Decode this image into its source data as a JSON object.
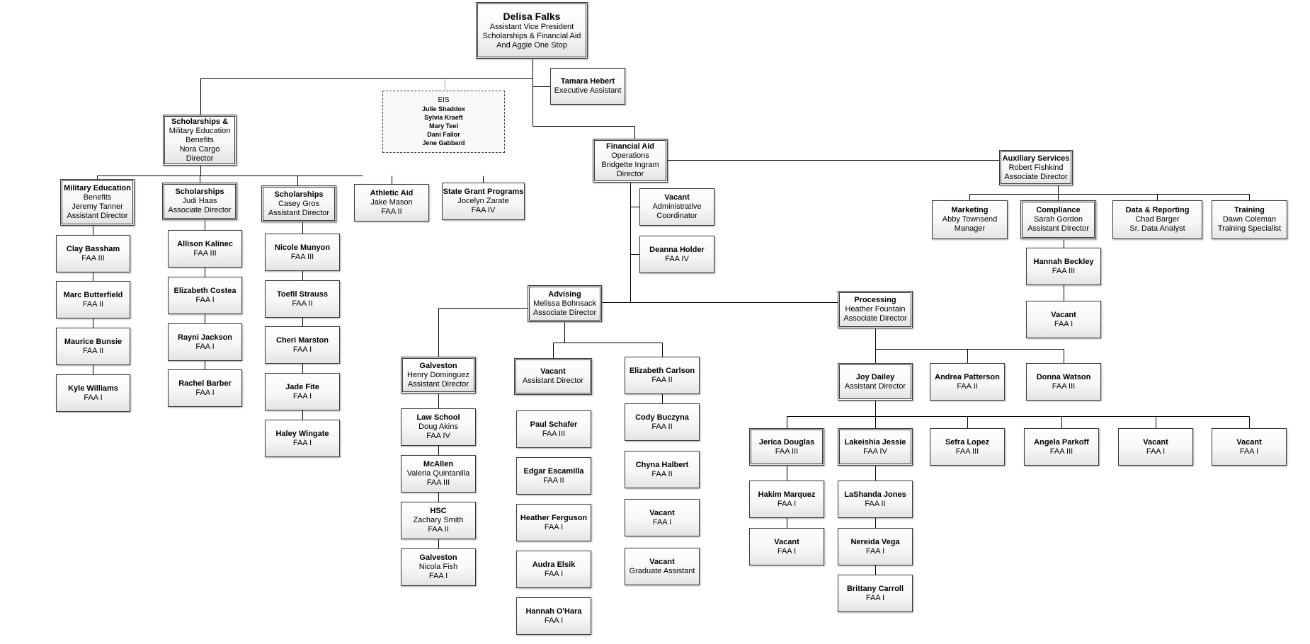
{
  "org_chart": {
    "nodes": [
      {
        "id": "avp",
        "lines": [
          "Delisa Falks",
          "Assistant Vice President",
          "Scholarships & Financial Aid",
          "And Aggie One Stop"
        ]
      },
      {
        "id": "exec-asst",
        "lines": [
          "Tamara Hebert",
          "Executive Assistant"
        ]
      },
      {
        "id": "eis",
        "lines": [
          "EIS",
          "Julie Shaddox",
          "Sylvia Kraeft",
          "Mary Teel",
          "Dani Failor",
          "Jene Gabbard"
        ]
      },
      {
        "id": "smeb",
        "lines": [
          "Scholarships &",
          "Military Education",
          "Benefits",
          "Nora Cargo",
          "Director"
        ]
      },
      {
        "id": "fao",
        "lines": [
          "Financial Aid",
          "Operations",
          "Bridgette Ingram",
          "Director"
        ]
      },
      {
        "id": "aux",
        "lines": [
          "Auxiliary Services",
          "Robert Fishkind",
          "Associate Director"
        ]
      },
      {
        "id": "meb",
        "lines": [
          "Military Education",
          "Benefits",
          "Jeremy Tanner",
          "Assistant Director"
        ]
      },
      {
        "id": "sch-haas",
        "lines": [
          "Scholarships",
          "Judi Haas",
          "Associate Director"
        ]
      },
      {
        "id": "sch-gros",
        "lines": [
          "Scholarships",
          "Casey Gros",
          "Assistant Director"
        ]
      },
      {
        "id": "athletic",
        "lines": [
          "Athletic Aid",
          "Jake Mason",
          "FAA II"
        ]
      },
      {
        "id": "state",
        "lines": [
          "State Grant Programs",
          "Jocelyn Zarate",
          "FAA IV"
        ]
      },
      {
        "id": "bassham",
        "lines": [
          "Clay Bassham",
          "FAA III"
        ]
      },
      {
        "id": "butterfield",
        "lines": [
          "Marc Butterfield",
          "FAA II"
        ]
      },
      {
        "id": "bunsie",
        "lines": [
          "Maurice Bunsie",
          "FAA II"
        ]
      },
      {
        "id": "kwilliams",
        "lines": [
          "Kyle Williams",
          "FAA I"
        ]
      },
      {
        "id": "kalinec",
        "lines": [
          "Allison Kalinec",
          "FAA III"
        ]
      },
      {
        "id": "costea",
        "lines": [
          "Elizabeth Costea",
          "FAA I"
        ]
      },
      {
        "id": "rjackson",
        "lines": [
          "Rayni Jackson",
          "FAA I"
        ]
      },
      {
        "id": "barber",
        "lines": [
          "Rachel Barber",
          "FAA I"
        ]
      },
      {
        "id": "munyon",
        "lines": [
          "Nicole Munyon",
          "FAA III"
        ]
      },
      {
        "id": "strauss",
        "lines": [
          "Toefil Strauss",
          "FAA II"
        ]
      },
      {
        "id": "marston",
        "lines": [
          "Cheri Marston",
          "FAA I"
        ]
      },
      {
        "id": "fite",
        "lines": [
          "Jade Fite",
          "FAA I"
        ]
      },
      {
        "id": "wingate",
        "lines": [
          "Haley Wingate",
          "FAA I"
        ]
      },
      {
        "id": "admin-coord",
        "lines": [
          "Vacant",
          "Administrative",
          "Coordinator"
        ]
      },
      {
        "id": "holder",
        "lines": [
          "Deanna Holder",
          "FAA IV"
        ]
      },
      {
        "id": "advising",
        "lines": [
          "Advising",
          "Melissa Bohnsack",
          "Associate Director"
        ]
      },
      {
        "id": "processing",
        "lines": [
          "Processing",
          "Heather Fountain",
          "Associate Director"
        ]
      },
      {
        "id": "marketing",
        "lines": [
          "Marketing",
          "Abby Townsend",
          "Manager"
        ]
      },
      {
        "id": "compliance",
        "lines": [
          "Compliance",
          "Sarah Gordon",
          "Assistant DIrector"
        ]
      },
      {
        "id": "data",
        "lines": [
          "Data & Reporting",
          "Chad Barger",
          "Sr. Data Analyst"
        ]
      },
      {
        "id": "training",
        "lines": [
          "Training",
          "Dawn Coleman",
          "Training Specialist"
        ]
      },
      {
        "id": "beckley",
        "lines": [
          "Hannah Beckley",
          "FAA III"
        ]
      },
      {
        "id": "comp-vacant",
        "lines": [
          "Vacant",
          "FAA I"
        ]
      },
      {
        "id": "galveston-ad",
        "lines": [
          "Galveston",
          "Henry Dominguez",
          "Assistant Director"
        ]
      },
      {
        "id": "adv-vacant-ad",
        "lines": [
          "Vacant",
          "Assistant Director"
        ]
      },
      {
        "id": "carlson",
        "lines": [
          "Elizabeth Carlson",
          "FAA II"
        ]
      },
      {
        "id": "law",
        "lines": [
          "Law School",
          "Doug Akins",
          "FAA IV"
        ]
      },
      {
        "id": "mcallen",
        "lines": [
          "McAllen",
          "Valeria Quintanilla",
          "FAA III"
        ]
      },
      {
        "id": "hsc",
        "lines": [
          "HSC",
          "Zachary Smith",
          "FAA II"
        ]
      },
      {
        "id": "galveston-fish",
        "lines": [
          "Galveston",
          "Nicola Fish",
          "FAA I"
        ]
      },
      {
        "id": "schafer",
        "lines": [
          "Paul Schafer",
          "FAA III"
        ]
      },
      {
        "id": "escamilla",
        "lines": [
          "Edgar Escamilla",
          "FAA II"
        ]
      },
      {
        "id": "ferguson",
        "lines": [
          "Heather Ferguson",
          "FAA I"
        ]
      },
      {
        "id": "elsik",
        "lines": [
          "Audra Elsik",
          "FAA I"
        ]
      },
      {
        "id": "ohara",
        "lines": [
          "Hannah O'Hara",
          "FAA I"
        ]
      },
      {
        "id": "buczyna",
        "lines": [
          "Cody Buczyna",
          "FAA II"
        ]
      },
      {
        "id": "halbert",
        "lines": [
          "Chyna Halbert",
          "FAA II"
        ]
      },
      {
        "id": "adv-vacant-1",
        "lines": [
          "Vacant",
          "FAA I"
        ]
      },
      {
        "id": "adv-vacant-ga",
        "lines": [
          "Vacant",
          "Graduate Assistant"
        ]
      },
      {
        "id": "dailey",
        "lines": [
          "Joy Dailey",
          "Assistant Director"
        ]
      },
      {
        "id": "patterson",
        "lines": [
          "Andrea Patterson",
          "FAA II"
        ]
      },
      {
        "id": "watson",
        "lines": [
          "Donna Watson",
          "FAA III"
        ]
      },
      {
        "id": "douglas",
        "lines": [
          "Jerica Douglas",
          "FAA III"
        ]
      },
      {
        "id": "jessie",
        "lines": [
          "Lakeishia Jessie",
          "FAA IV"
        ]
      },
      {
        "id": "lopez",
        "lines": [
          "Sefra Lopez",
          "FAA III"
        ]
      },
      {
        "id": "parkoff",
        "lines": [
          "Angela Parkoff",
          "FAA III"
        ]
      },
      {
        "id": "proc-vacant-1",
        "lines": [
          "Vacant",
          "FAA I"
        ]
      },
      {
        "id": "proc-vacant-2",
        "lines": [
          "Vacant",
          "FAA I"
        ]
      },
      {
        "id": "marquez",
        "lines": [
          "Hakim Marquez",
          "FAA I"
        ]
      },
      {
        "id": "douglas-vacant",
        "lines": [
          "Vacant",
          "FAA I"
        ]
      },
      {
        "id": "ljones",
        "lines": [
          "LaShanda Jones",
          "FAA II"
        ]
      },
      {
        "id": "vega",
        "lines": [
          "Nereida Vega",
          "FAA I"
        ]
      },
      {
        "id": "carroll",
        "lines": [
          "Brittany Carroll",
          "FAA I"
        ]
      }
    ]
  }
}
